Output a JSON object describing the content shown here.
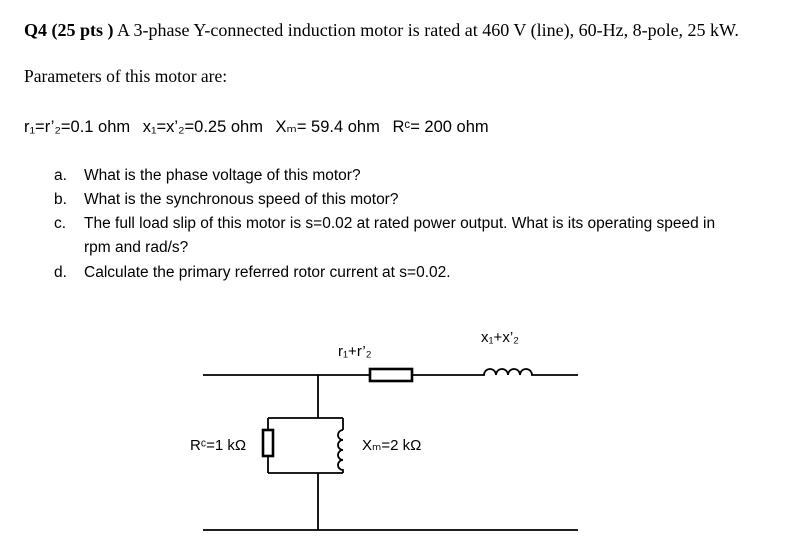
{
  "question": {
    "number": "Q4",
    "points": "(25 pts )",
    "statement": "A 3-phase Y-connected induction motor is rated at 460 V (line), 60-Hz, 8-pole, 25 kW."
  },
  "parameters": {
    "heading": "Parameters of this motor are:",
    "values": [
      "r₁=r’₂=0.1 ohm",
      "x₁=x’₂=0.25 ohm",
      "Xₘ= 59.4 ohm",
      "Rᶜ= 200 ohm"
    ]
  },
  "items": [
    {
      "label": "a.",
      "text": "What is the phase voltage of this motor?"
    },
    {
      "label": "b.",
      "text": "What is the synchronous speed of this motor?"
    },
    {
      "label": "c.",
      "text": "The full load slip of this motor is s=0.02 at rated power output. What is its operating speed in",
      "cont": "rpm and rad/s?"
    },
    {
      "label": "d.",
      "text": "Calculate the primary referred rotor current at s=0.02."
    }
  ],
  "circuit": {
    "label_x": "x₁+x’₂",
    "label_r": "r₁+r’₂",
    "label_rc": "Rᶜ=1 kΩ",
    "label_xm": "Xₘ=2 kΩ"
  }
}
